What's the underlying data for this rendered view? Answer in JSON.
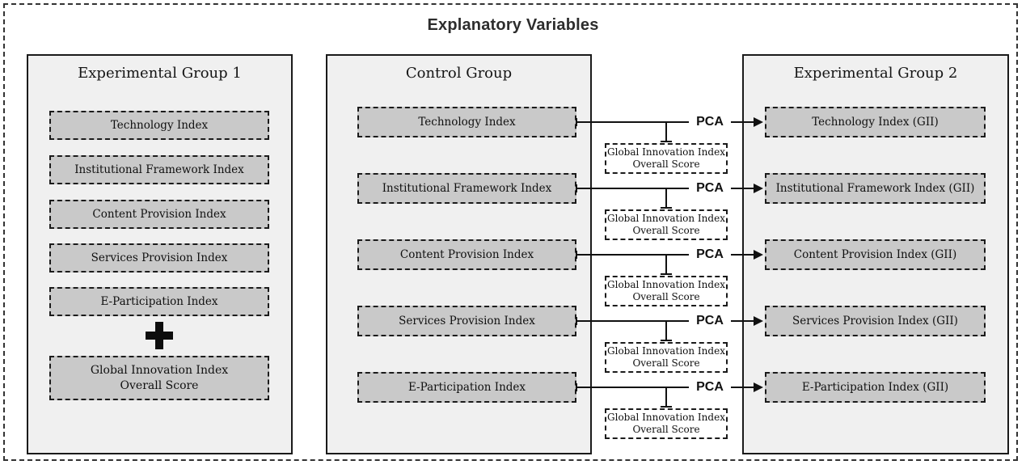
{
  "diagram": {
    "title": "Explanatory Variables"
  },
  "panels": {
    "experimental_group_1": {
      "title": "Experimental Group 1",
      "boxes": [
        "Technology Index",
        "Institutional Framework Index",
        "Content Provision Index",
        "Services Provision Index",
        "E-Participation Index"
      ],
      "plus_icon": "+",
      "sum_box": {
        "line1": "Global Innovation Index",
        "line2": "Overall Score"
      }
    },
    "control_group": {
      "title": "Control Group",
      "boxes": [
        "Technology Index",
        "Institutional Framework Index",
        "Content Provision Index",
        "Services Provision Index",
        "E-Participation Index"
      ]
    },
    "experimental_group_2": {
      "title": "Experimental Group 2",
      "boxes": [
        "Technology Index (GII)",
        "Institutional Framework Index (GII)",
        "Content Provision Index (GII)",
        "Services Provision Index (GII)",
        "E-Participation Index (GII)"
      ]
    }
  },
  "connectors": {
    "pca_label": "PCA",
    "row_count": 5,
    "gii_note": {
      "line1": "Global Innovation Index",
      "line2": "Overall Score"
    }
  },
  "colors": {
    "panel_background": "#f0f0f0",
    "box_fill": "#c9c9c9",
    "note_background": "#ffffff",
    "border": "#1a1a1a",
    "connector_line": "#111111",
    "text": "#111111"
  }
}
